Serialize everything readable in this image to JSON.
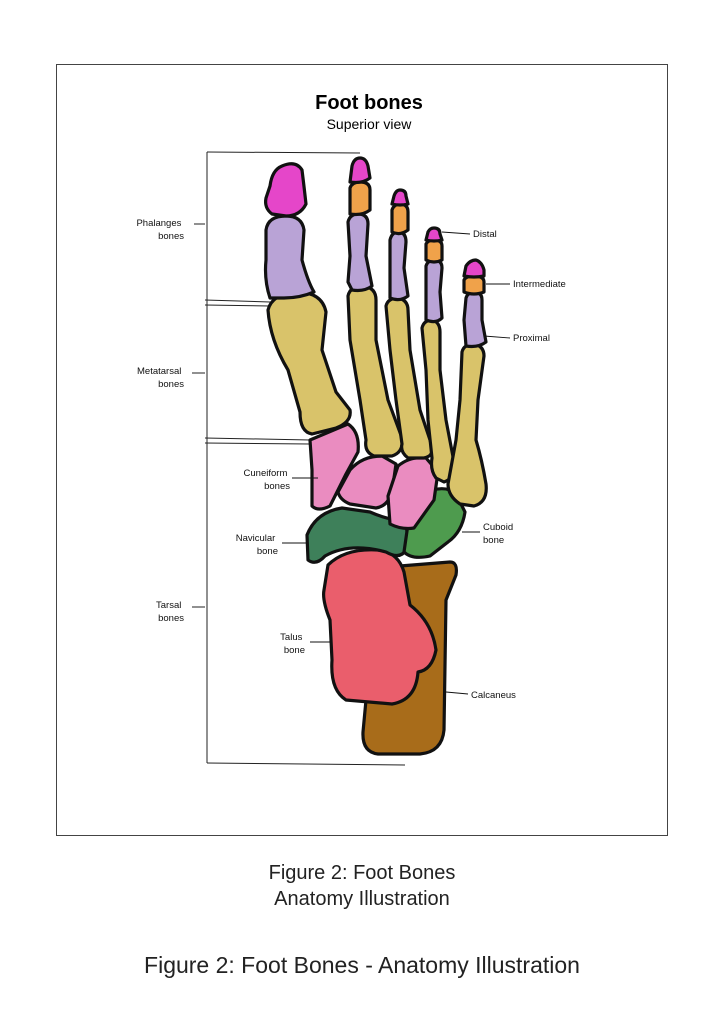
{
  "figure": {
    "title": "Foot bones",
    "subtitle": "Superior view"
  },
  "labels": {
    "phalanges": [
      "Phalanges",
      "bones"
    ],
    "metatarsal": [
      "Metatarsal",
      "bones"
    ],
    "tarsal": [
      "Tarsal",
      "bones"
    ],
    "cuneiform": [
      "Cuneiform",
      "bones"
    ],
    "navicular": [
      "Navicular",
      "bone"
    ],
    "talus": [
      "Talus",
      "bone"
    ],
    "distal": "Distal",
    "intermediate": "Intermediate",
    "proximal": "Proximal",
    "cuboid": [
      "Cuboid",
      "bone"
    ],
    "calcaneus": "Calcaneus"
  },
  "captions": {
    "line1": "Figure 2: Foot Bones",
    "line2": "Anatomy Illustration",
    "footer": "Figure 2: Foot Bones - Anatomy Illustration"
  },
  "colors": {
    "distal_phalanx": "#e546c9",
    "intermediate_phalanx": "#f0a24a",
    "proximal_phalanx": "#b9a3d6",
    "metatarsal": "#d9c36a",
    "cuneiform": "#ea8cc0",
    "navicular": "#3e805a",
    "cuboid": "#4e9b4e",
    "talus": "#ea5e6c",
    "calcaneus": "#a86c1a"
  }
}
